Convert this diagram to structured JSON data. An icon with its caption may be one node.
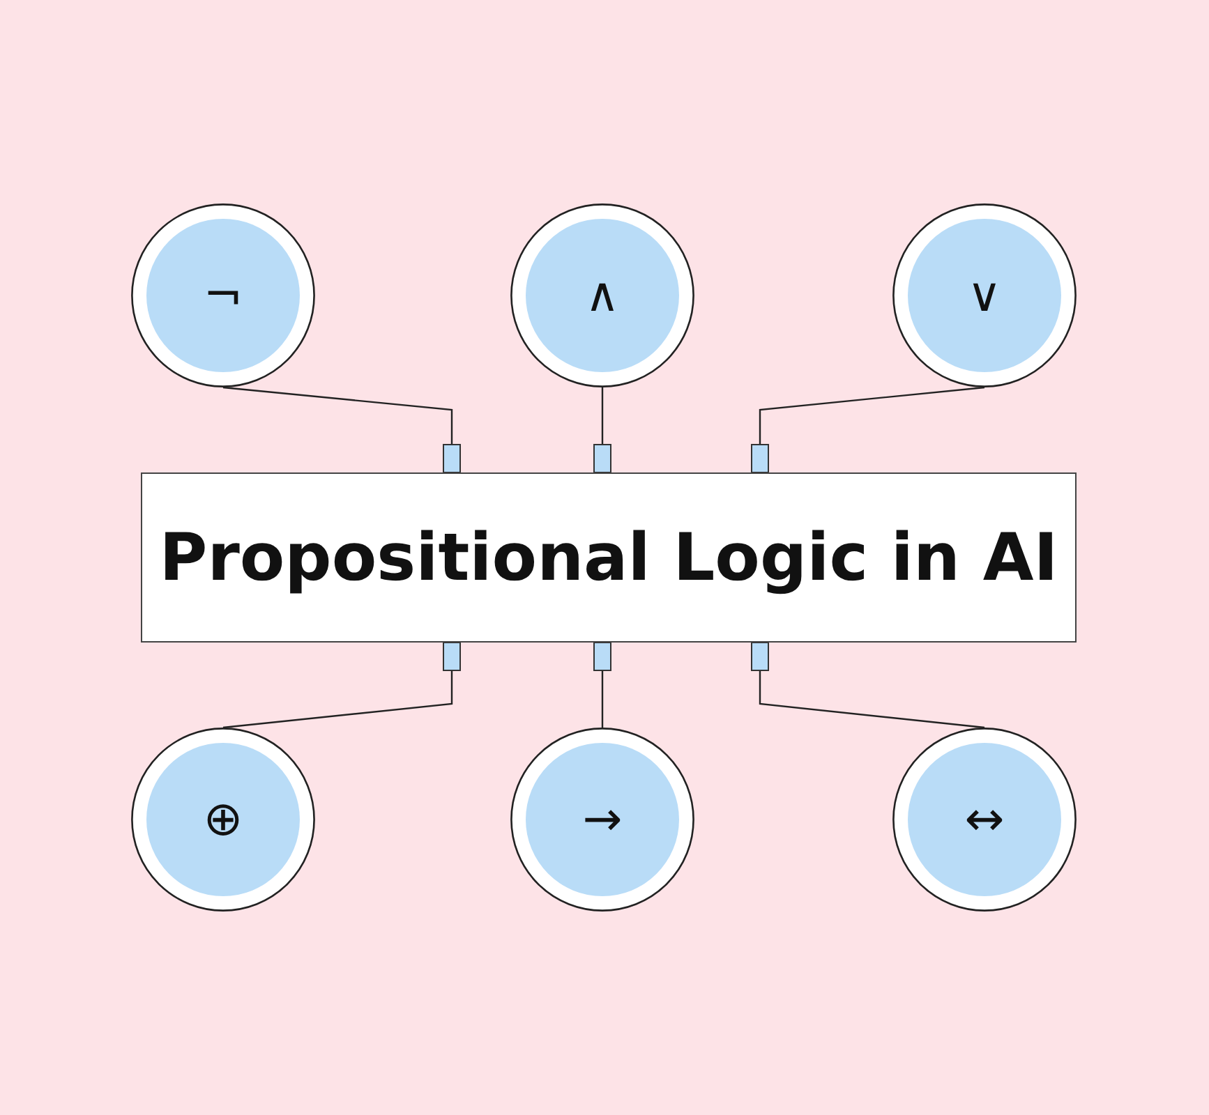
{
  "diagram": {
    "nodes": [
      {
        "text": [
          "Propositional Logic in AI"
        ]
      },
      {
        "text": [
          "¬"
        ]
      },
      {
        "text": [
          "∧"
        ]
      },
      {
        "text": [
          "∨"
        ]
      },
      {
        "text": [
          "⊕"
        ]
      },
      {
        "text": [
          "→"
        ]
      },
      {
        "text": [
          "↔"
        ]
      }
    ],
    "edges": [
      {
        "from": 1,
        "to": 0,
        "arrow": "other"
      },
      {
        "from": 2,
        "to": 0,
        "arrow": "other"
      },
      {
        "from": 3,
        "to": 0,
        "arrow": "other"
      },
      {
        "from": 4,
        "to": 0,
        "arrow": "other"
      },
      {
        "from": 5,
        "to": 0,
        "arrow": "other"
      },
      {
        "from": 6,
        "to": 0,
        "arrow": "other"
      }
    ]
  }
}
